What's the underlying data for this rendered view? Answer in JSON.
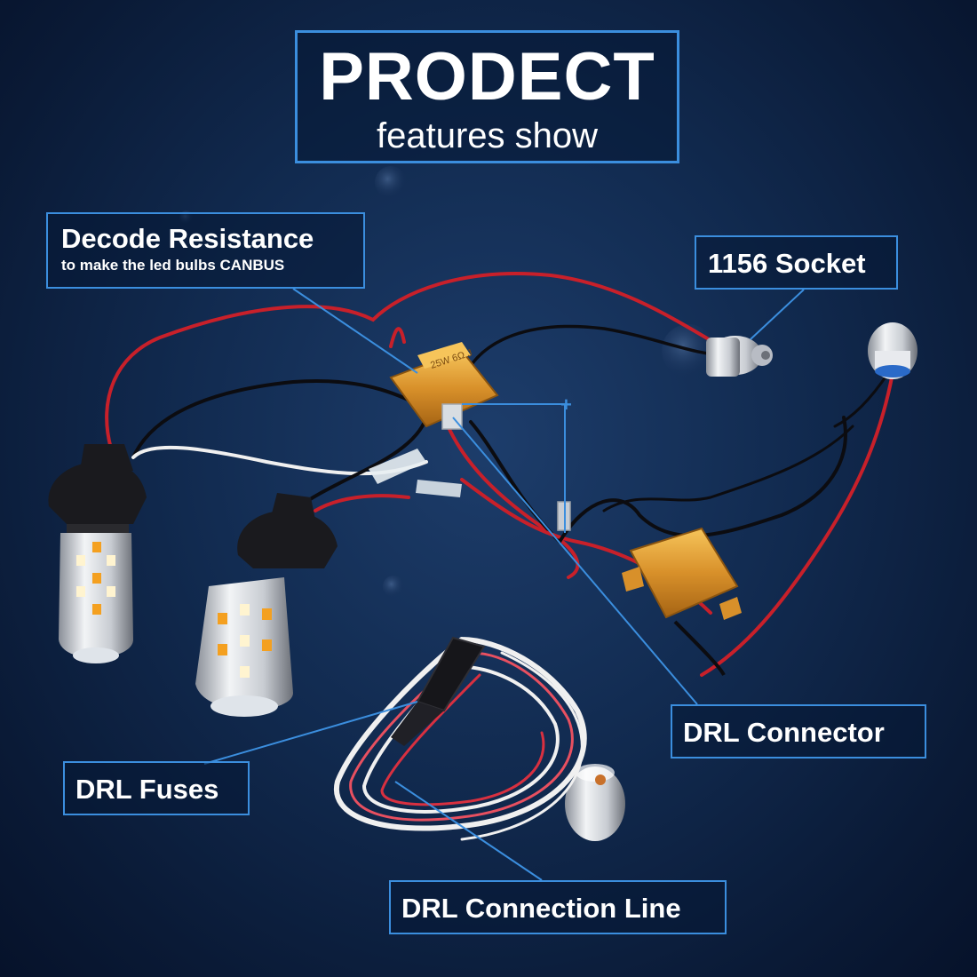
{
  "title": {
    "main": "PRODECT",
    "sub": "features show"
  },
  "labels": {
    "decode_resistance": {
      "title": "Decode Resistance",
      "subtitle": "to make the led bulbs CANBUS"
    },
    "socket": "1156 Socket",
    "drl_connector": "DRL Connector",
    "drl_fuses": "DRL Fuses",
    "drl_connection_line": "DRL Connection Line"
  },
  "annotations": {
    "plus": "+",
    "resistor_text": "25W 6Ω J"
  },
  "colors": {
    "accent": "#3b8ede",
    "background": "#112a4f",
    "wire_red": "#c8202a",
    "wire_black": "#0c0c10",
    "wire_white": "#f0f0f0",
    "resistor_gold": "#e0a030",
    "led_amber": "#f4a020",
    "led_white": "#fff4d0"
  }
}
